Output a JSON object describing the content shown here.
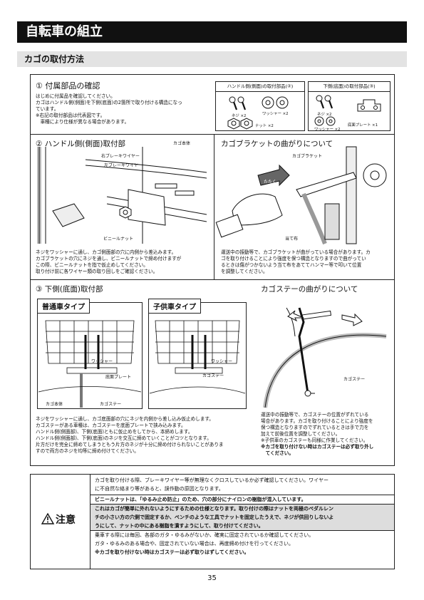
{
  "header": {
    "title": "自転車の組立",
    "subtitle": "カゴの取付方法"
  },
  "sec1": {
    "title": "① 付属部品の確認",
    "lines": [
      "はじめに付属品を確認してください。",
      "カゴはハンドル側(側面)を下側(底面)の2箇所で取り付ける構造になっ",
      "ています。",
      "※右記の取付部品は代表図です。",
      "　車種により仕様が異なる場合があります。"
    ]
  },
  "parts_handle": {
    "head": "ハンドル側(側面)の取付部品(②)",
    "screw": "ネジ ×2",
    "washer": "ワッシャー ×2",
    "nut": "ナット ×2"
  },
  "parts_bottom": {
    "head": "下側(底面)の取付部品(③)",
    "screw": "ネジ ×2",
    "washer": "ワッシャー ×2",
    "plate": "底面プレート ×1"
  },
  "sec2": {
    "title": "② ハンドル側(側面)取付部",
    "labels": {
      "basket": "カゴ本体",
      "right_wire": "右ブレーキワイヤー",
      "left_wire": "左ブレーキワイヤー",
      "vinyl_nut": "ビニールナット"
    },
    "lines": [
      "ネジをワッシャーに通し、カゴ側面部の穴に内側から差込みます。",
      "カゴブラケットの穴にネジを通し、ビニールナットで締め付けますが",
      "この際、ビニールナットを指で仮止めしてください。",
      "取り付け前に各ワイヤー類の取り回しをご確認ください。"
    ]
  },
  "bracket": {
    "title": "カゴブラケットの曲がりについて",
    "labels": {
      "bracket": "カゴブラケット",
      "tap": "たたく",
      "cloth": "当て布"
    },
    "lines": [
      "運送中の振動等で、カゴブラケットが曲がっている場合があります。カ",
      "ゴを取り付けることにより強度を保つ構造となりますので曲がってい",
      "るときは傷がつかないよう当て布をあててハンマー等で叩いて位置",
      "を調整してください。"
    ]
  },
  "sec3": {
    "title": "③ 下側(底面)取付部",
    "type_normal": "普通車タイプ",
    "type_child": "子供車タイプ",
    "labels": {
      "washer": "ワッシャー",
      "plate": "底面プレート",
      "basket": "カゴ本体",
      "stay": "カゴステー"
    },
    "lines": [
      "ネジをワッシャーに通し、カゴ底面部の穴にネジを内側から差し込み仮止めします。",
      "カゴステーがある車種は、カゴステーを底面プレートで挟み込みます。",
      "ハンドル側(側面部)、下側(底面)ともに仮止めをしてから、本締めします。",
      "ハンドル側(側面部)、下側(底面)のネジを交互に締めていくことがコツとなります。",
      "片方だけを完全に締めてしまうともう片方のネジが十分に締め付けられないことがありま",
      "すので両方のネジを均等に締め付けてください。"
    ]
  },
  "stay": {
    "title": "カゴステーの曲がりについて",
    "label": "カゴステー",
    "lines": [
      "運送中の振動等で、カゴステーの位置がずれている",
      "場合があります。カゴを取り付けることにより強度を",
      "保つ構造となりますのでずれているときは手で力を",
      "加えて前後位置を調整してください。",
      "※子供車のカゴステーも同様に作業してください。",
      "※カゴを取り付けない時はカゴステーは必ず取り外し",
      "　てください。"
    ]
  },
  "caution": {
    "label": "注意",
    "rows": [
      "カゴを取り付ける際、ブレーキワイヤー等が無理なくクロスしているか必ず確認してください。ワイヤー",
      "に不自然な絡まり等があると、誤作動の原因となります。",
      "ビニールナットは、「ゆるみ止め防止」のため、穴の部分にナイロンの樹脂が混入しています。",
      "これはカゴが簡単に外れないようにするための仕様となります。取り付けの際はナットを両極のペダルレン",
      "チの小さい方の穴側で固定するか、ペンチのような工具でナットを固定したうえで、ネジが供回りしないよ",
      "うにして、ナットの中にある樹脂を潰すようにして、取り付けてください。",
      "乗車する際には毎回、各部のガタ・ゆるみがないか、確実に固定されているか確認してください。",
      "ガタ・ゆるみのある場合や、固定されていない場合は、再度締め付けを行ってください。",
      "※カゴを取り付けない時はカゴステーは必ず取りはずしてください。"
    ]
  },
  "page_number": "35"
}
